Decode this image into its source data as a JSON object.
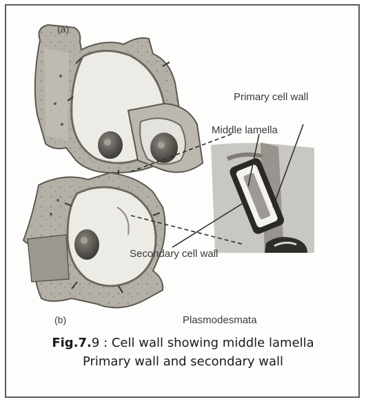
{
  "labels": {
    "a": "(a)",
    "b": "(b)",
    "primary": "Primary cell wall",
    "middle": "Middle lamella",
    "secondary": "Secondary cell wall",
    "plasmo": "Plasmodesmata"
  },
  "caption": {
    "fig_prefix": "Fig.7.",
    "fig_rest": "9 : Cell wall showing middle lamella",
    "line2": "Primary wall and secondary wall"
  },
  "colors": {
    "wall_fill": "#a9a59c",
    "wall_dark": "#5b5850",
    "cell_light": "#ecebe6",
    "nucleus": "#4a4843"
  }
}
